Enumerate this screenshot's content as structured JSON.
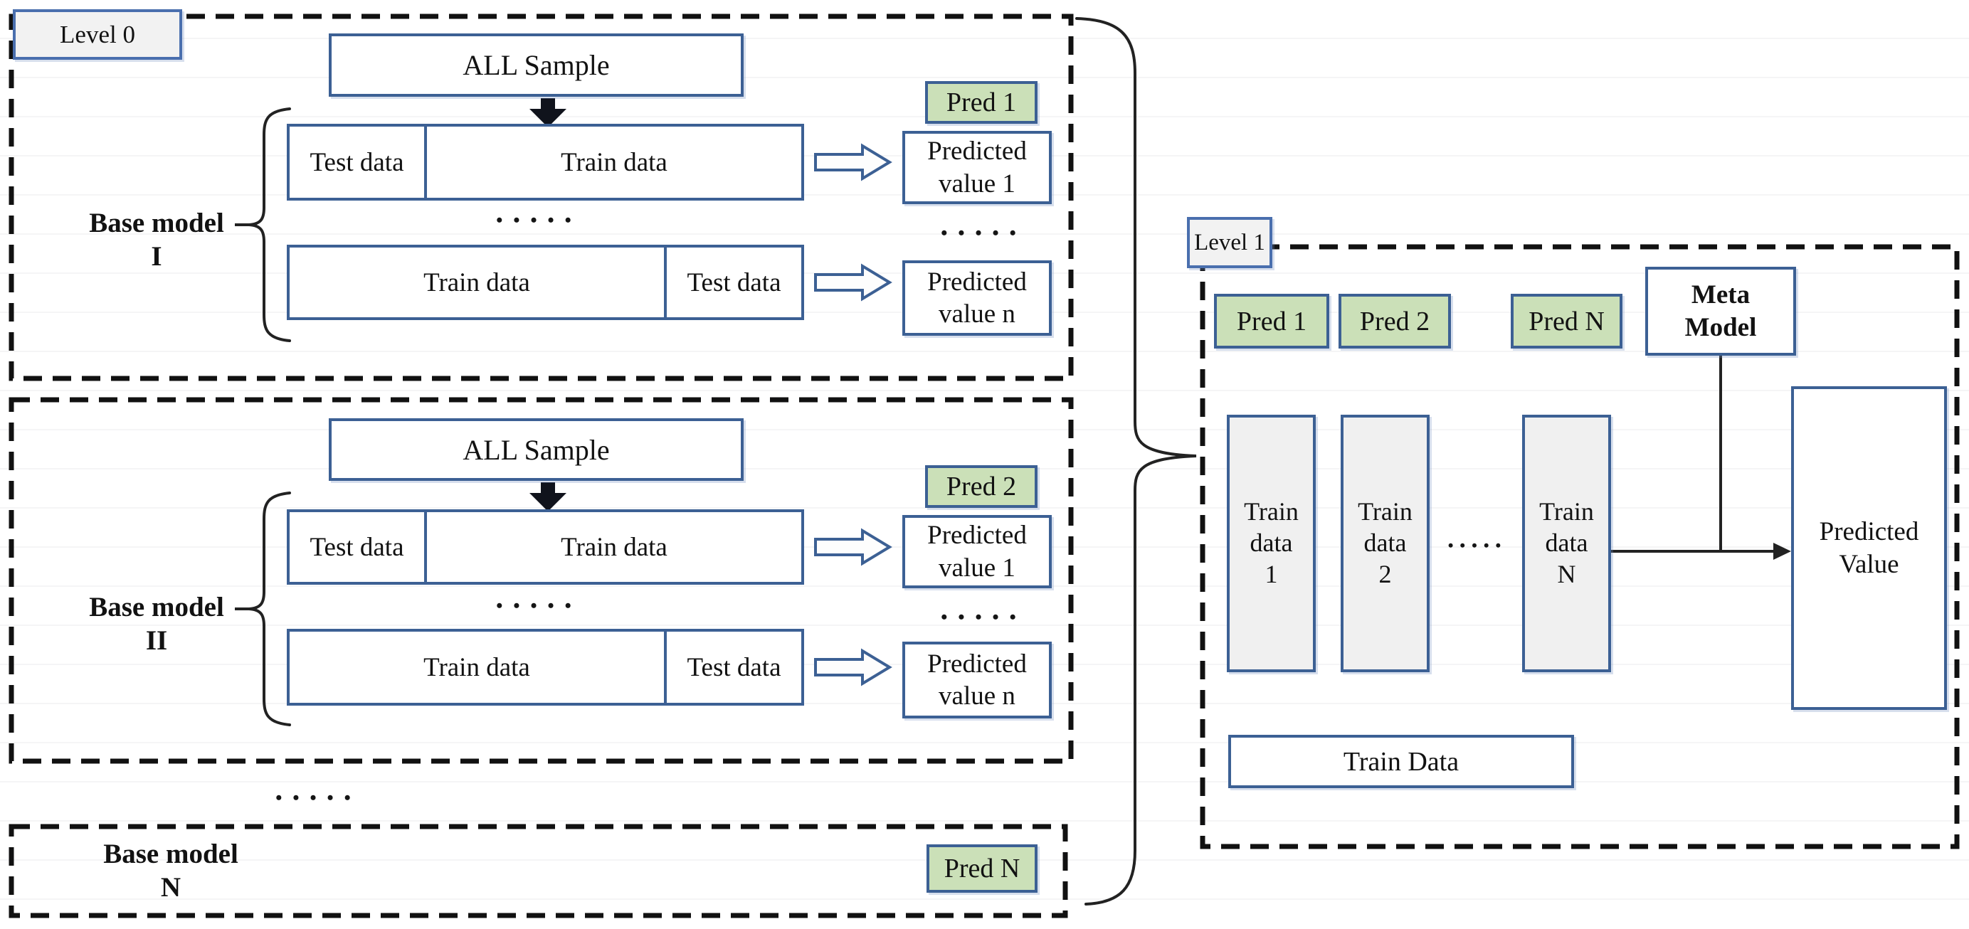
{
  "dots": "•••••",
  "level0": {
    "label": "Level 0",
    "models": [
      {
        "name": "Base model",
        "numeral": "I",
        "all_sample": "ALL Sample",
        "row1": [
          "Test data",
          "Train data"
        ],
        "row2": [
          "Train data",
          "Test data"
        ],
        "pred_tag": "Pred 1",
        "predicted_value_1": "Predicted\nvalue 1",
        "predicted_value_n": "Predicted\nvalue n"
      },
      {
        "name": "Base model",
        "numeral": "II",
        "all_sample": "ALL Sample",
        "row1": [
          "Test data",
          "Train data"
        ],
        "row2": [
          "Train data",
          "Test data"
        ],
        "pred_tag": "Pred 2",
        "predicted_value_1": "Predicted\nvalue 1",
        "predicted_value_n": "Predicted\nvalue n"
      },
      {
        "name": "Base model",
        "numeral": "N",
        "pred_tag": "Pred N"
      }
    ]
  },
  "level1": {
    "label": "Level 1",
    "pred_tags": [
      "Pred 1",
      "Pred 2",
      "Pred N"
    ],
    "meta_model": "Meta\nModel",
    "train_columns": [
      "Train\ndata\n1",
      "Train\ndata\n2",
      "Train\ndata\nN"
    ],
    "train_data_box": "Train Data",
    "predicted_value": "Predicted\nValue"
  },
  "colors": {
    "border_blue": "#3c6094",
    "green_fill": "#cbe0b8",
    "grey_fill": "#f0f0f0",
    "label_grey": "#f2f2f2",
    "line_black": "#141414"
  }
}
